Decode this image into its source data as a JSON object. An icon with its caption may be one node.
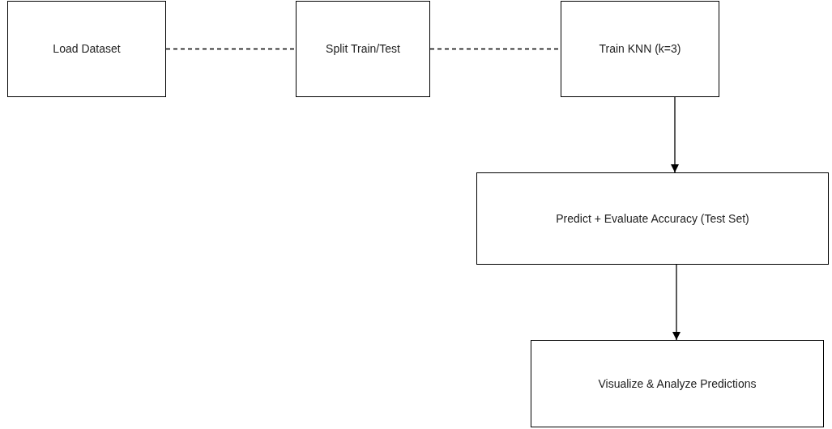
{
  "diagram": {
    "nodes": [
      {
        "text": [
          "Load Dataset"
        ]
      },
      {
        "text": [
          "Split Train/Test"
        ]
      },
      {
        "text": [
          "Train KNN (k=3)"
        ]
      },
      {
        "text": [
          "Predict + Evaluate Accuracy (Test Set)"
        ]
      },
      {
        "text": [
          "Visualize & Analyze Predictions"
        ]
      }
    ],
    "edges": [
      {
        "from": 0,
        "to": 1,
        "arrow": "none",
        "style": "dashed"
      },
      {
        "from": 1,
        "to": 2,
        "arrow": "none",
        "style": "dashed"
      },
      {
        "from": 2,
        "to": 3,
        "arrow": "to"
      },
      {
        "from": 3,
        "to": 4,
        "arrow": "to"
      }
    ]
  }
}
